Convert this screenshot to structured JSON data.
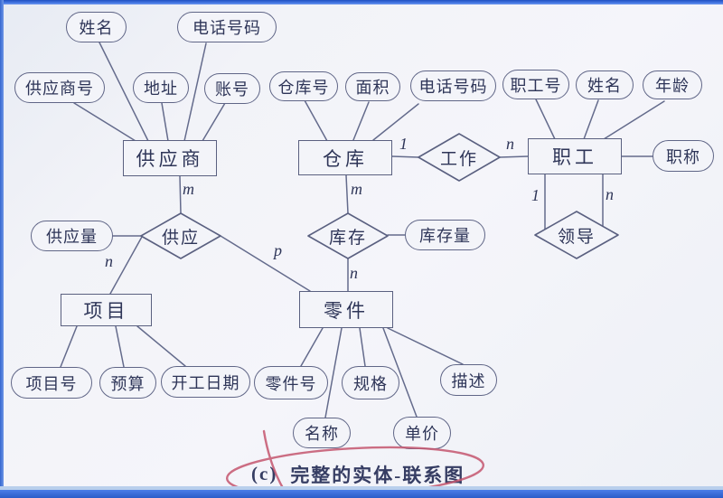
{
  "diagram": {
    "entities": [
      {
        "label": "供应商"
      },
      {
        "label": "仓库"
      },
      {
        "label": "职工"
      },
      {
        "label": "项目"
      },
      {
        "label": "零件"
      }
    ],
    "relationships": [
      {
        "label": "工作"
      },
      {
        "label": "供应"
      },
      {
        "label": "库存"
      },
      {
        "label": "领导"
      }
    ],
    "attributes": [
      {
        "label": "姓名"
      },
      {
        "label": "电话号码"
      },
      {
        "label": "供应商号"
      },
      {
        "label": "地址"
      },
      {
        "label": "账号"
      },
      {
        "label": "仓库号"
      },
      {
        "label": "面积"
      },
      {
        "label": "电话号码"
      },
      {
        "label": "职工号"
      },
      {
        "label": "姓名"
      },
      {
        "label": "年龄"
      },
      {
        "label": "职称"
      },
      {
        "label": "供应量"
      },
      {
        "label": "库存量"
      },
      {
        "label": "项目号"
      },
      {
        "label": "预算"
      },
      {
        "label": "开工日期"
      },
      {
        "label": "零件号"
      },
      {
        "label": "规格"
      },
      {
        "label": "描述"
      },
      {
        "label": "名称"
      },
      {
        "label": "单价"
      }
    ],
    "cardinalities": [
      {
        "label": "m"
      },
      {
        "label": "n"
      },
      {
        "label": "p"
      },
      {
        "label": "m"
      },
      {
        "label": "n"
      },
      {
        "label": "1"
      },
      {
        "label": "n"
      },
      {
        "label": "1"
      },
      {
        "label": "n"
      }
    ],
    "caption": {
      "prefix": "(c)",
      "text": "完整的实体-联系图"
    }
  },
  "colors": {
    "connector": "#646b8c",
    "shape_border": "#5a6080",
    "text": "#2e3558",
    "frame_blue": "#2f67d8",
    "annotation_red": "#c5566f",
    "background": "#f2f3f8"
  }
}
